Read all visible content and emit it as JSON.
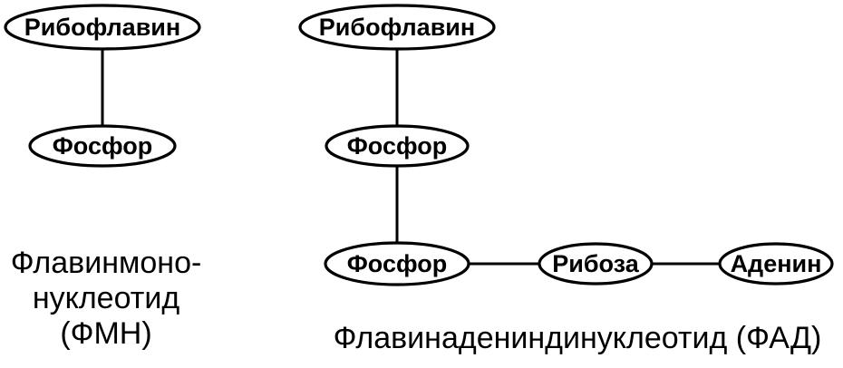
{
  "fmn": {
    "riboflavin": "Рибофлавин",
    "phosphate": "Фосфор",
    "caption_line1": "Флавинмоно-",
    "caption_line2": "нуклеотид",
    "caption_line3": "(ФМН)"
  },
  "fad": {
    "riboflavin": "Рибофлавин",
    "phosphate_1": "Фосфор",
    "phosphate_2": "Фосфор",
    "ribose": "Рибоза",
    "adenine": "Аденин",
    "caption": "Флавинадениндинуклеотид (ФАД)"
  },
  "colors": {
    "stroke": "#000000",
    "fill": "#ffffff",
    "text": "#000000"
  }
}
